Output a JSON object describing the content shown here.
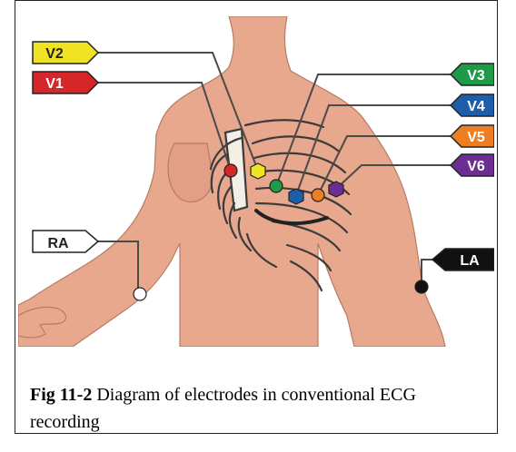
{
  "figure": {
    "leads": [
      {
        "label": "V1",
        "color": "#d7262a"
      },
      {
        "label": "V2",
        "color": "#efe323"
      },
      {
        "label": "V3",
        "color": "#1f9a48"
      },
      {
        "label": "V4",
        "color": "#1e5ea8"
      },
      {
        "label": "V5",
        "color": "#ee7e23"
      },
      {
        "label": "V6",
        "color": "#6c2e91"
      }
    ],
    "limb_leads": [
      {
        "label": "RA",
        "color": "#ffffff"
      },
      {
        "label": "LA",
        "color": "#111111"
      }
    ],
    "skin_color": "#e8a88e"
  },
  "caption": {
    "label": "Fig 11-2",
    "text": " Diagram of electrodes in conventional ECG recording"
  }
}
